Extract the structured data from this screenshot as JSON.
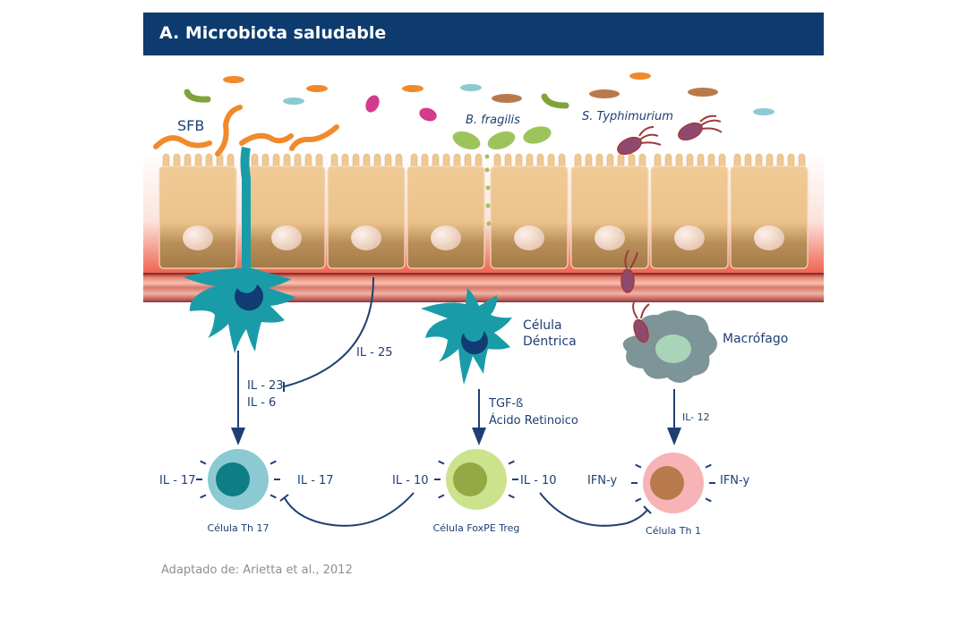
{
  "header": {
    "title": "A. Microbiota saludable"
  },
  "microbes": {
    "sfb": "SFB",
    "b_fragilis": "B. fragilis",
    "s_typhimurium": "S. Typhimurium"
  },
  "cells": {
    "dendritic_cell": [
      "Célula",
      "Déntrica"
    ],
    "macrophage": "Macrófago",
    "th17": "Célula Th 17",
    "treg": "Célula FoxPE Treg",
    "th1": "Célula Th 1"
  },
  "signals": {
    "il25": "IL - 25",
    "il23": "IL - 23",
    "il6": "IL - 6",
    "tgf_beta": "TGF-ß",
    "retinoic_acid": "Ácido Retinoico",
    "il12": "IL- 12",
    "il17_left": "IL - 17",
    "il17_right": "IL - 17",
    "il10_left": "IL - 10",
    "il10_right": "IL - 10",
    "ifn_left": "IFN-y",
    "ifn_right": "IFN-y"
  },
  "colors": {
    "header_bg": "#0d3b6e",
    "label": "#1f3f73",
    "epithelium": "#efc993",
    "dendritic": "#1a9ca8",
    "macrophage": "#7d9498",
    "th17": "#8ccad3",
    "treg": "#cde28d",
    "th1": "#f6b4b6"
  },
  "footer": {
    "credit": "Adaptado de: Arietta et al., 2012"
  }
}
